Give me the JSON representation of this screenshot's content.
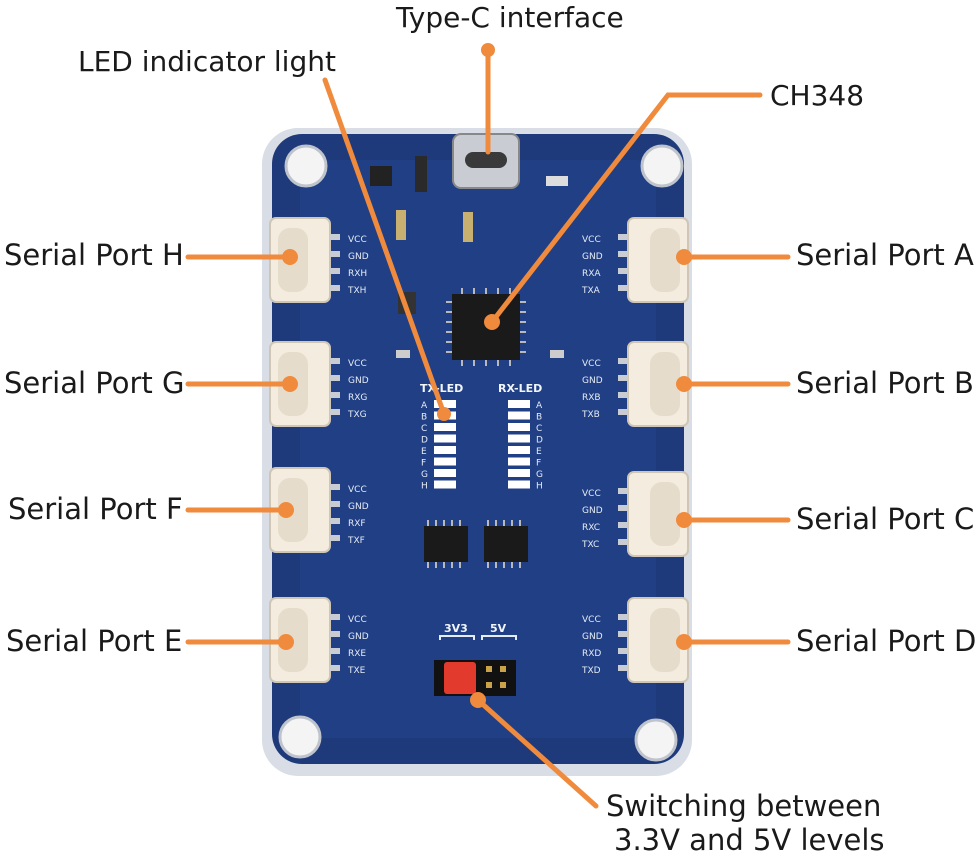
{
  "callouts": {
    "type_c": "Type-C interface",
    "led": "LED indicator light",
    "chip": "CH348",
    "port_h": "Serial Port H",
    "port_g": "Serial Port G",
    "port_f": "Serial Port F",
    "port_e": "Serial Port E",
    "port_a": "Serial Port A",
    "port_b": "Serial Port B",
    "port_c": "Serial Port C",
    "port_d": "Serial Port D",
    "switch_line1": "Switching between",
    "switch_line2": "3.3V and 5V levels"
  },
  "silkscreen": {
    "tx_led": "TX-LED",
    "rx_led": "RX-LED",
    "v33": "3V3",
    "v5": "5V",
    "vcc": "VCC",
    "gnd": "GND",
    "rxh": "RXH",
    "txh": "TXH",
    "rxg": "RXG",
    "txg": "TXG",
    "rxf": "RXF",
    "txf": "TXF",
    "rxe": "RXE",
    "txe": "TXE",
    "rxa": "RXA",
    "txa": "TXA",
    "rxb": "RXB",
    "txb": "TXB",
    "rxc": "RXC",
    "txc": "TXC",
    "rxd": "RXD",
    "txd": "TXD",
    "led_letters": [
      "A",
      "B",
      "C",
      "D",
      "E",
      "F",
      "G",
      "H"
    ]
  },
  "colors": {
    "board": "#1f3a7a",
    "callout_line": "#f08a3c",
    "connector": "#f3ecdf",
    "jumper": "#e23b2e"
  }
}
